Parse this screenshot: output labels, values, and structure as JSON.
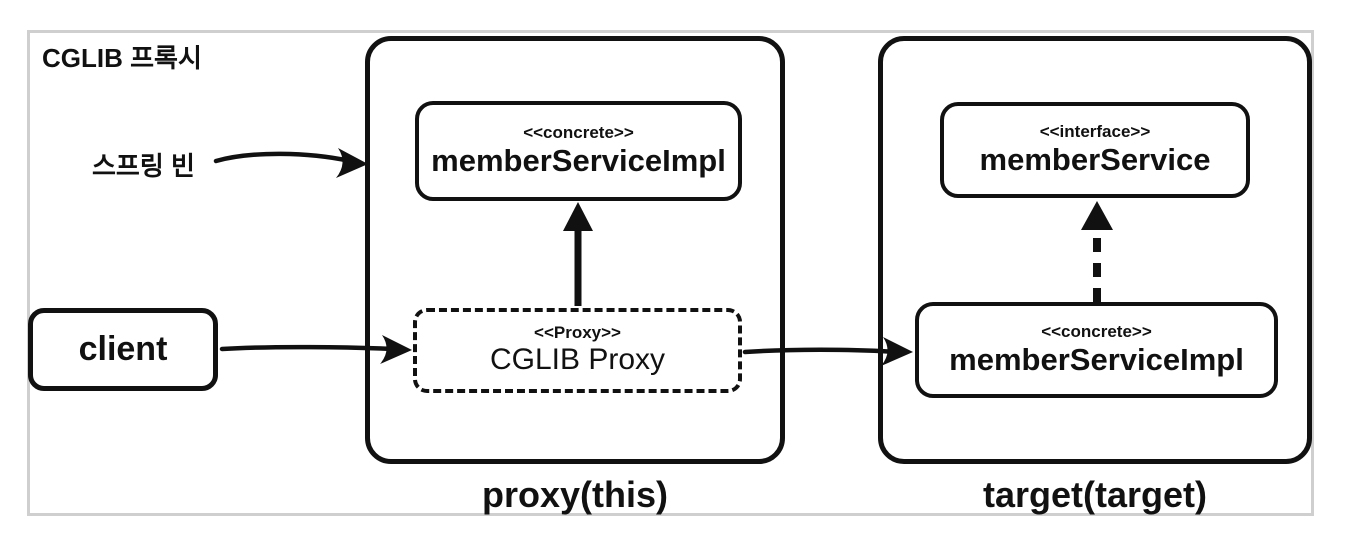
{
  "frame": {
    "title": "CGLIB 프록시"
  },
  "labels": {
    "spring_bean": "스프링 빈",
    "proxy_caption": "proxy(this)",
    "target_caption": "target(target)"
  },
  "client": {
    "label": "client"
  },
  "proxy_group": {
    "impl": {
      "stereotype": "<<concrete>>",
      "name": "memberServiceImpl"
    },
    "proxy": {
      "stereotype": "<<Proxy>>",
      "name": "CGLIB Proxy"
    }
  },
  "target_group": {
    "interface": {
      "stereotype": "<<interface>>",
      "name": "memberService"
    },
    "impl": {
      "stereotype": "<<concrete>>",
      "name": "memberServiceImpl"
    }
  },
  "colors": {
    "line": "#111111",
    "frame_border": "#cfcfcf",
    "background": "#ffffff"
  }
}
